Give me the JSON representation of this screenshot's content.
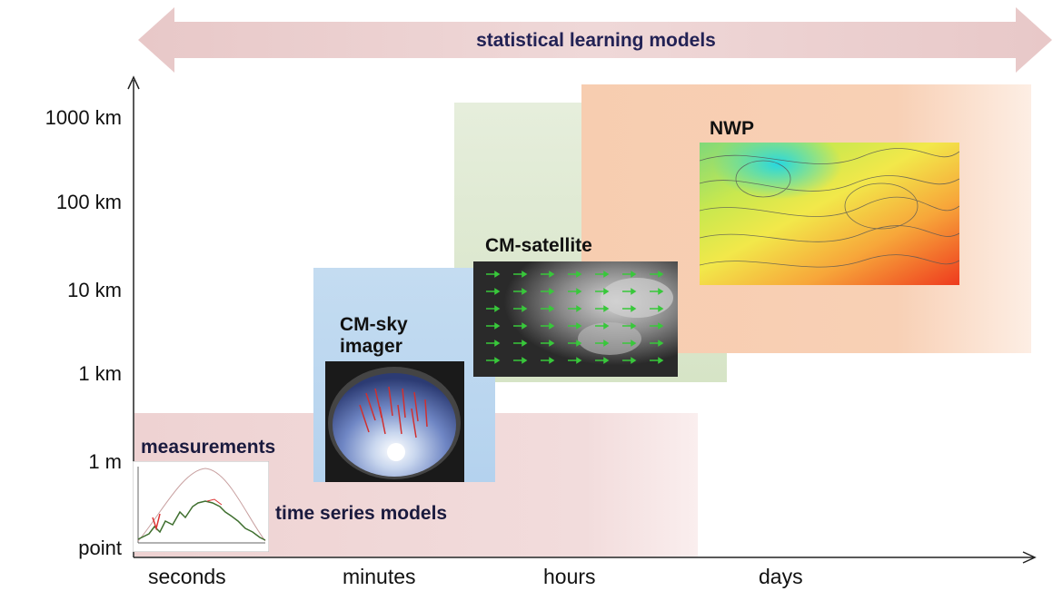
{
  "banner": {
    "label": "statistical learning models",
    "color": "#eacfcf"
  },
  "y_axis": {
    "ticks": [
      "1000 km",
      "100 km",
      "10 km",
      "1 km",
      "1 m",
      "point"
    ]
  },
  "x_axis": {
    "ticks": [
      "seconds",
      "minutes",
      "hours",
      "days"
    ]
  },
  "regions": {
    "time_series": {
      "label": "time series models",
      "color": "#f1d9d9"
    },
    "measurements": {
      "label": "measurements"
    },
    "sky_imager": {
      "label": "CM-sky imager",
      "color": "#b9d5ee"
    },
    "satellite": {
      "label": "CM-satellite",
      "color": "#d9e6cb"
    },
    "nwp": {
      "label": "NWP",
      "color": "#f7cfb3"
    }
  }
}
